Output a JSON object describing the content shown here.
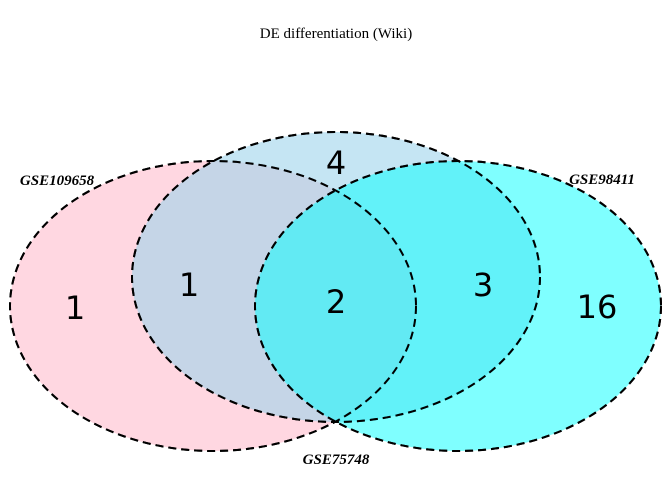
{
  "title": "DE differentiation (Wiki)",
  "sets": [
    {
      "id": "left",
      "label": "GSE109658",
      "color": "#ffb6c8"
    },
    {
      "id": "middle",
      "label": "GSE75748",
      "color": "#9fd4eb"
    },
    {
      "id": "right",
      "label": "GSE98411",
      "color": "#00ffff"
    }
  ],
  "regions": {
    "left_only": "1",
    "left_middle": "1",
    "middle_only": "4",
    "all_three": "2",
    "middle_right": "3",
    "right_only": "16"
  }
}
